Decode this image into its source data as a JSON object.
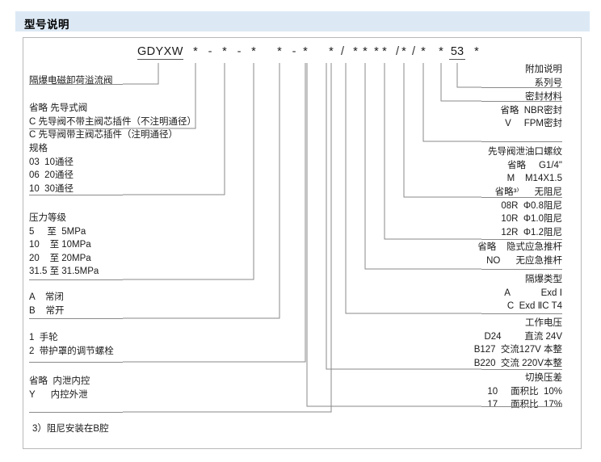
{
  "header": {
    "title": "型号说明"
  },
  "code": {
    "prefix": "GDYXW",
    "tokens": [
      {
        "t": "*"
      },
      {
        "t": "-"
      },
      {
        "t": "*"
      },
      {
        "t": "-"
      },
      {
        "t": "*"
      },
      {
        "t": "*"
      },
      {
        "t": "-"
      },
      {
        "t": "*"
      },
      {
        "t": "*"
      },
      {
        "t": "/"
      },
      {
        "t": "*"
      },
      {
        "t": "*"
      },
      {
        "t": "*"
      },
      {
        "t": "*"
      },
      {
        "t": "/"
      },
      {
        "t": "*"
      },
      {
        "t": "/"
      },
      {
        "t": "*"
      },
      {
        "t": "*"
      },
      {
        "t": "53"
      },
      {
        "t": "*"
      }
    ],
    "series_number": "53"
  },
  "left_groups": [
    {
      "name": "product-name",
      "lines": [
        "隔爆电磁卸荷溢流阀"
      ]
    },
    {
      "name": "pilot-type",
      "lines": [
        "省略 先导式阀",
        "C 先导阀不带主阀芯插件（不注明通径）",
        "C 先导阀带主阀芯插件（注明通径）"
      ]
    },
    {
      "name": "size",
      "lines": [
        "规格",
        "03  10通径",
        "06  20通径",
        "10  30通径"
      ]
    },
    {
      "name": "pressure-rating",
      "lines": [
        "压力等级",
        "5     至  5MPa",
        "10    至 10MPa",
        "20    至 20MPa",
        "31.5 至 31.5MPa"
      ]
    },
    {
      "name": "normal-state",
      "lines": [
        "A    常闭",
        "B    常开"
      ]
    },
    {
      "name": "adjustment",
      "lines": [
        "1  手轮",
        "2  带护罩的调节螺栓"
      ]
    },
    {
      "name": "drain-control",
      "lines": [
        "省略  内泄内控",
        "Y      内控外泄"
      ]
    }
  ],
  "right_groups": [
    {
      "name": "additional-note",
      "lines": [
        "附加说明"
      ]
    },
    {
      "name": "series-no",
      "lines": [
        "系列号"
      ]
    },
    {
      "name": "seal-material",
      "lines": [
        "密封材料",
        "省略  NBR密封",
        "V     FPM密封"
      ]
    },
    {
      "name": "pilot-drain-thread",
      "lines": [
        "先导阀泄油口螺纹",
        "省略     G1/4\"",
        "M    M14X1.5"
      ]
    },
    {
      "name": "damping",
      "lines": [
        "省略³⁾      无阻尼",
        "08R  Φ0.8阻尼",
        "10R  Φ1.0阻尼",
        "12R  Φ1.2阻尼"
      ]
    },
    {
      "name": "emergency-rod",
      "lines": [
        "省略    隐式应急推杆",
        "NO      无应急推杆"
      ]
    },
    {
      "name": "explosion-proof-type",
      "lines": [
        "隔爆类型",
        "A            Exd Ⅰ",
        "C  Exd ⅡC T4"
      ]
    },
    {
      "name": "working-voltage",
      "lines": [
        "工作电压",
        "D24         直流 24V",
        "B127  交流127V 本整",
        "B220  交流 220V本整"
      ]
    },
    {
      "name": "switching-pressure-diff",
      "lines": [
        "切换压差",
        "10     面积比  10%",
        "17     面积比  17%"
      ]
    }
  ],
  "footnote": "3）阻尼安装在B腔"
}
